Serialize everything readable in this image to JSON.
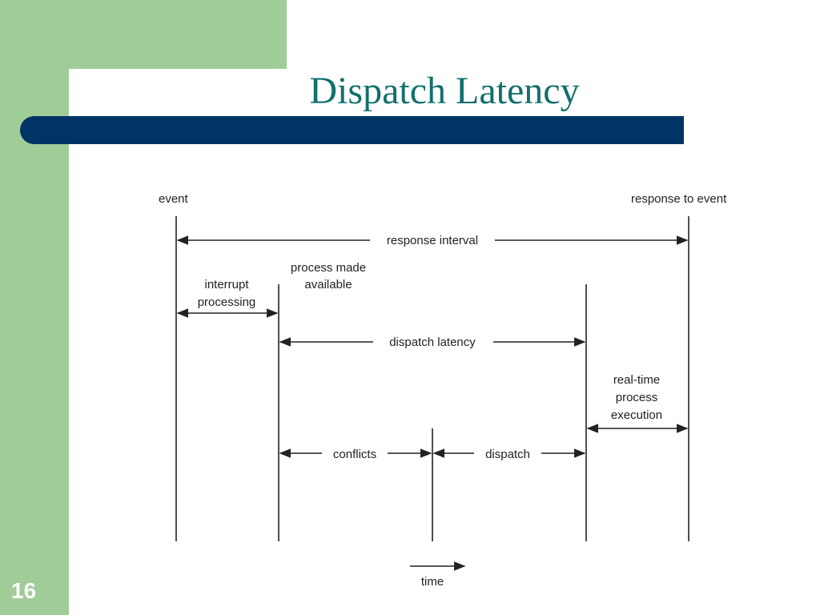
{
  "slide": {
    "title": "Dispatch Latency",
    "page_number": "16",
    "colors": {
      "sidebar_green": "#a0cc98",
      "title_bar_navy": "#003366",
      "title_teal": "#13706c",
      "diagram_ink": "#222222"
    }
  },
  "diagram": {
    "timeline_labels": {
      "event": "event",
      "response_to_event": "response to event",
      "process_made_available_line1": "process made",
      "process_made_available_line2": "available"
    },
    "intervals": {
      "response_interval": "response interval",
      "interrupt_processing_line1": "interrupt",
      "interrupt_processing_line2": "processing",
      "dispatch_latency": "dispatch latency",
      "real_time_line1": "real-time",
      "real_time_line2": "process",
      "real_time_line3": "execution",
      "conflicts": "conflicts",
      "dispatch": "dispatch"
    },
    "time_axis_label": "time"
  }
}
